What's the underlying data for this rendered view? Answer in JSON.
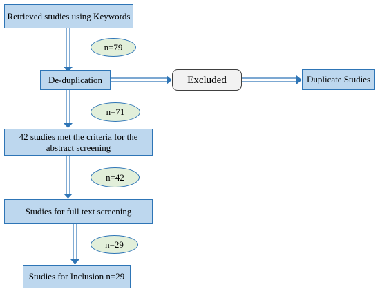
{
  "nodes": {
    "retrieved": "Retrieved studies using Keywords",
    "deduplication": "De-duplication",
    "excluded": "Excluded",
    "duplicate": "Duplicate Studies",
    "abstract": "42 studies met the criteria for the abstract screening",
    "fulltext": "Studies for full text screening",
    "inclusion": "Studies for Inclusion n=29"
  },
  "counts": {
    "after_retrieval": "n=79",
    "after_dedup": "n=71",
    "after_abstract": "n=42",
    "after_fulltext": "n=29"
  },
  "colors": {
    "box_fill": "#bdd7ee",
    "box_border": "#2e75b6",
    "label_fill": "#e2efda",
    "excluded_fill": "#f2f2f2",
    "arrow": "#2e75b6"
  }
}
